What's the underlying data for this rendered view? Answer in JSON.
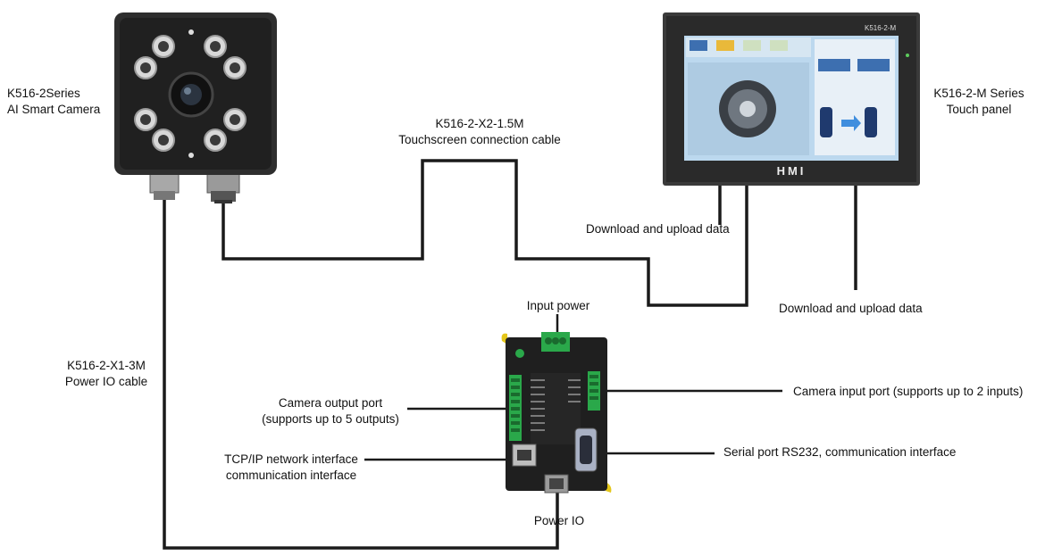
{
  "labels": {
    "camera_series": [
      "K516-2Series",
      "AI Smart Camera"
    ],
    "touch_panel_series": [
      "K516-2-M Series",
      "Touch panel"
    ],
    "touchscreen_cable": [
      "K516-2-X2-1.5M",
      "Touchscreen connection cable"
    ],
    "power_io_cable": [
      "K516-2-X1-3M",
      "Power IO cable"
    ],
    "download_upload_1": "Download and upload data",
    "download_upload_2": "Download and upload data",
    "input_power": "Input power",
    "camera_output_port": [
      "Camera output port",
      "(supports up to 5 outputs)"
    ],
    "tcpip_interface": [
      "TCP/IP network interface",
      "communication interface"
    ],
    "power_io": "Power IO",
    "camera_input_port": "Camera input port (supports up to 2 inputs)",
    "serial_port": "Serial port RS232, communication interface"
  },
  "devices": {
    "hmi_model": "K516-2-M",
    "hmi_brand": "HMI"
  },
  "colors": {
    "cable": "#1a1a1a",
    "device_body": "#2b2b2b",
    "terminal_green": "#2aa84a",
    "screen_blue": "#bcd8ee"
  }
}
